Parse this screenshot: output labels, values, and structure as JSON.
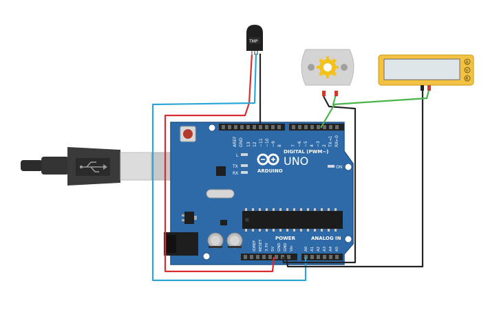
{
  "sensor": {
    "label": "TMP"
  },
  "board": {
    "brand": "ARDUINO",
    "model": "UNO",
    "digital_header": "DIGITAL (PWM~)",
    "analog_header": "ANALOG IN",
    "power_header": "POWER",
    "on_label": "ON",
    "l_label": "L",
    "tx_label": "TX",
    "rx_label": "RX",
    "aref": "AREF",
    "gnd": "GND",
    "digital_pins": [
      "13",
      "12",
      "~11",
      "~10",
      "~9",
      "8",
      "7",
      "~6",
      "~5",
      "4",
      "~3",
      "2",
      "TX→1",
      "RX←0"
    ],
    "power_pins": [
      "IOREF",
      "RESET",
      "3.3V",
      "5V",
      "GND",
      "GND",
      "Vin"
    ],
    "analog_pins": [
      "A0",
      "A1",
      "A2",
      "A3",
      "A4",
      "A5"
    ]
  },
  "multimeter": {
    "modes": [
      "A",
      "V",
      "R"
    ]
  },
  "colors": {
    "board": "#2f6aa8",
    "board_dark": "#24558a",
    "wire_red": "#d92c2c",
    "wire_cyan": "#2aa6d6",
    "wire_black": "#222222",
    "wire_green": "#47b44a",
    "multimeter_body": "#f3c242",
    "motor_gear": "#f4c21d"
  }
}
